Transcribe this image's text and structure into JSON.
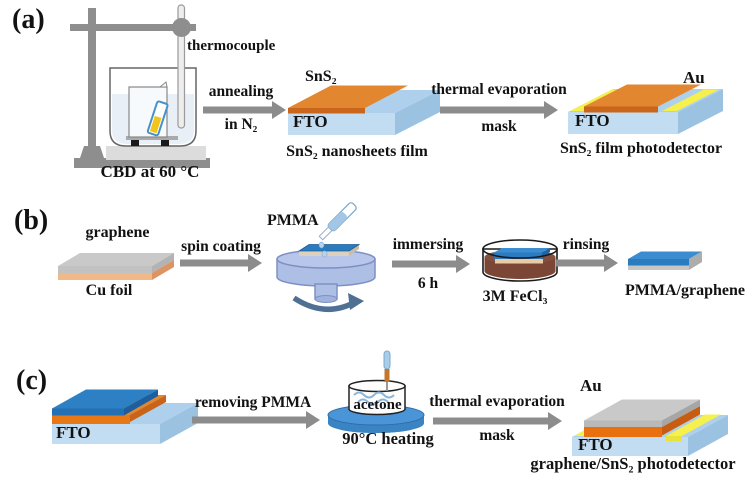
{
  "figure": {
    "panels": {
      "a": {
        "label": "(a)",
        "thermocouple": "thermocouple",
        "setup_caption": "CBD at 60 °C",
        "arrow1_top": "annealing",
        "arrow1_bottom": "in N₂",
        "film_top_label": "SnS₂",
        "film_substrate": "FTO",
        "film_caption": "SnS₂ nanosheets film",
        "arrow2_top": "thermal evaporation",
        "arrow2_bottom": "mask",
        "device_electrode": "Au",
        "device_substrate": "FTO",
        "device_caption": "SnS₂ film photodetector"
      },
      "b": {
        "label": "(b)",
        "foil_top": "graphene",
        "foil_bottom": "Cu foil",
        "arrow1_top": "spin coating",
        "pmma_label": "PMMA",
        "arrow2_top": "immersing",
        "arrow2_bottom": "6 h",
        "etch_caption": "3M FeCl₃",
        "arrow3_top": "rinsing",
        "result_caption": "PMMA/graphene"
      },
      "c": {
        "label": "(c)",
        "stack_substrate": "FTO",
        "arrow1_top": "removing PMMA",
        "beaker_label": "acetone",
        "heat_caption": "90°C heating",
        "arrow2_top": "thermal evaporation",
        "arrow2_bottom": "mask",
        "device_electrode": "Au",
        "device_substrate": "FTO",
        "device_caption": "graphene/SnS₂ photodetector"
      }
    }
  },
  "colors": {
    "text_color": "#121212",
    "arrow_gray": "#8c8c8c",
    "stand_gray": "#8e8e8e",
    "fto_top": "#aed0ec",
    "fto_front": "#c2dcf2",
    "fto_side": "#9cc2e2",
    "sns2_top": "#e2862f",
    "sns2_front": "#c9661b",
    "au_yellow": "#f6f04d",
    "graphene_gray": "#c9c9c9",
    "cu_peach": "#f2b988",
    "pmma_blue": "#2b7bbf",
    "fecl3_brown": "#7b4636",
    "hotplate_blue": "#4a94d8",
    "coater_blue": "#aebfe6",
    "water_blue": "#e8eff6",
    "tube_yellow": "#f0c51c"
  }
}
